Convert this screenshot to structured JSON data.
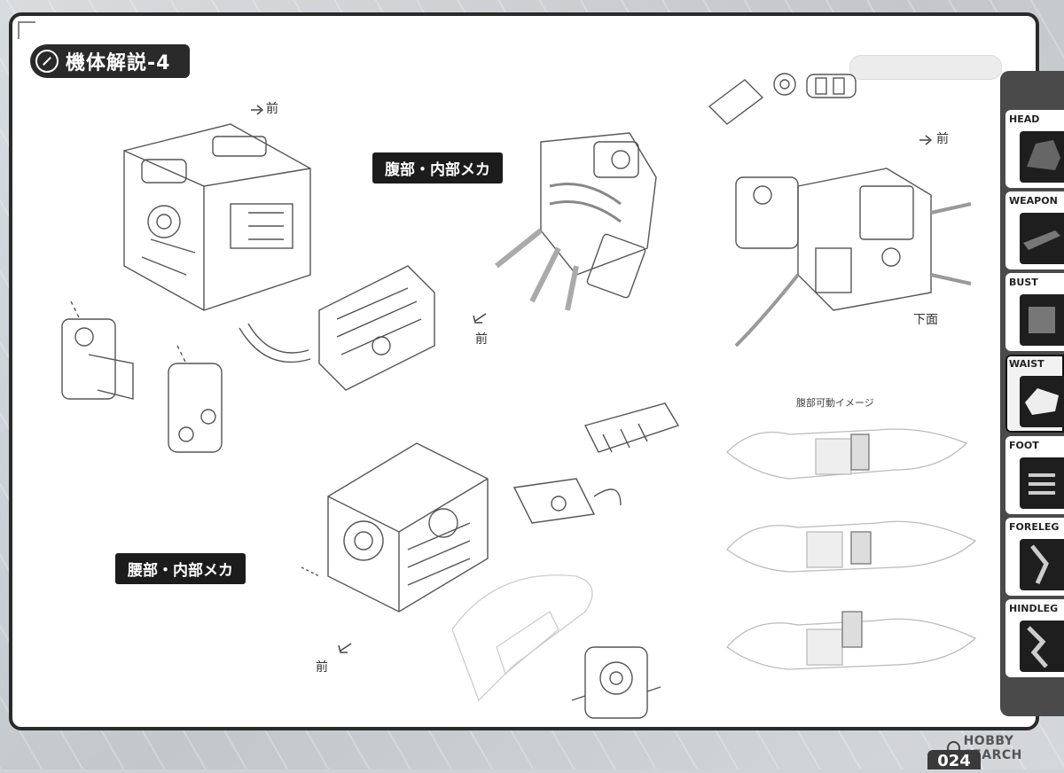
{
  "page": {
    "title": "機体解説-4",
    "page_number": "024"
  },
  "labels": {
    "abdomen_internal": "腹部・内部メカ",
    "waist_internal": "腰部・内部メカ"
  },
  "annotations": {
    "front_1": "前",
    "front_2": "前",
    "front_3": "前",
    "front_4": "前",
    "bottom_view": "下面",
    "abdomen_motion_caption": "腹部可動イメージ"
  },
  "tabs": [
    {
      "label": "HEAD",
      "icon": "lion-head-icon"
    },
    {
      "label": "WEAPON",
      "icon": "weapon-icon"
    },
    {
      "label": "BUST",
      "icon": "bust-icon"
    },
    {
      "label": "WAIST",
      "icon": "waist-icon",
      "active": true
    },
    {
      "label": "FOOT",
      "icon": "foot-icon"
    },
    {
      "label": "FORELEG",
      "icon": "foreleg-icon"
    },
    {
      "label": "HINDLEG",
      "icon": "hindleg-icon"
    }
  ],
  "watermark": {
    "text": "HOBBY SEARCH"
  }
}
